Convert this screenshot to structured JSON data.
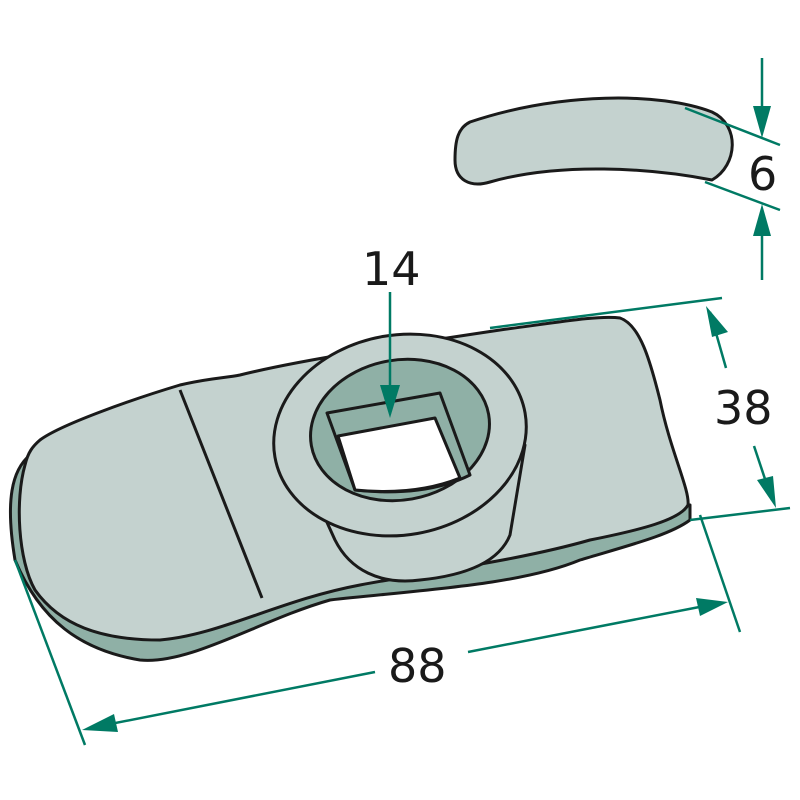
{
  "dimensions": {
    "thickness": "6",
    "hole_size": "14",
    "width": "38",
    "length": "88"
  },
  "colors": {
    "part_fill": "#c4d2cf",
    "part_shade": "#8fb0a6",
    "dimension_line": "#007a64"
  }
}
